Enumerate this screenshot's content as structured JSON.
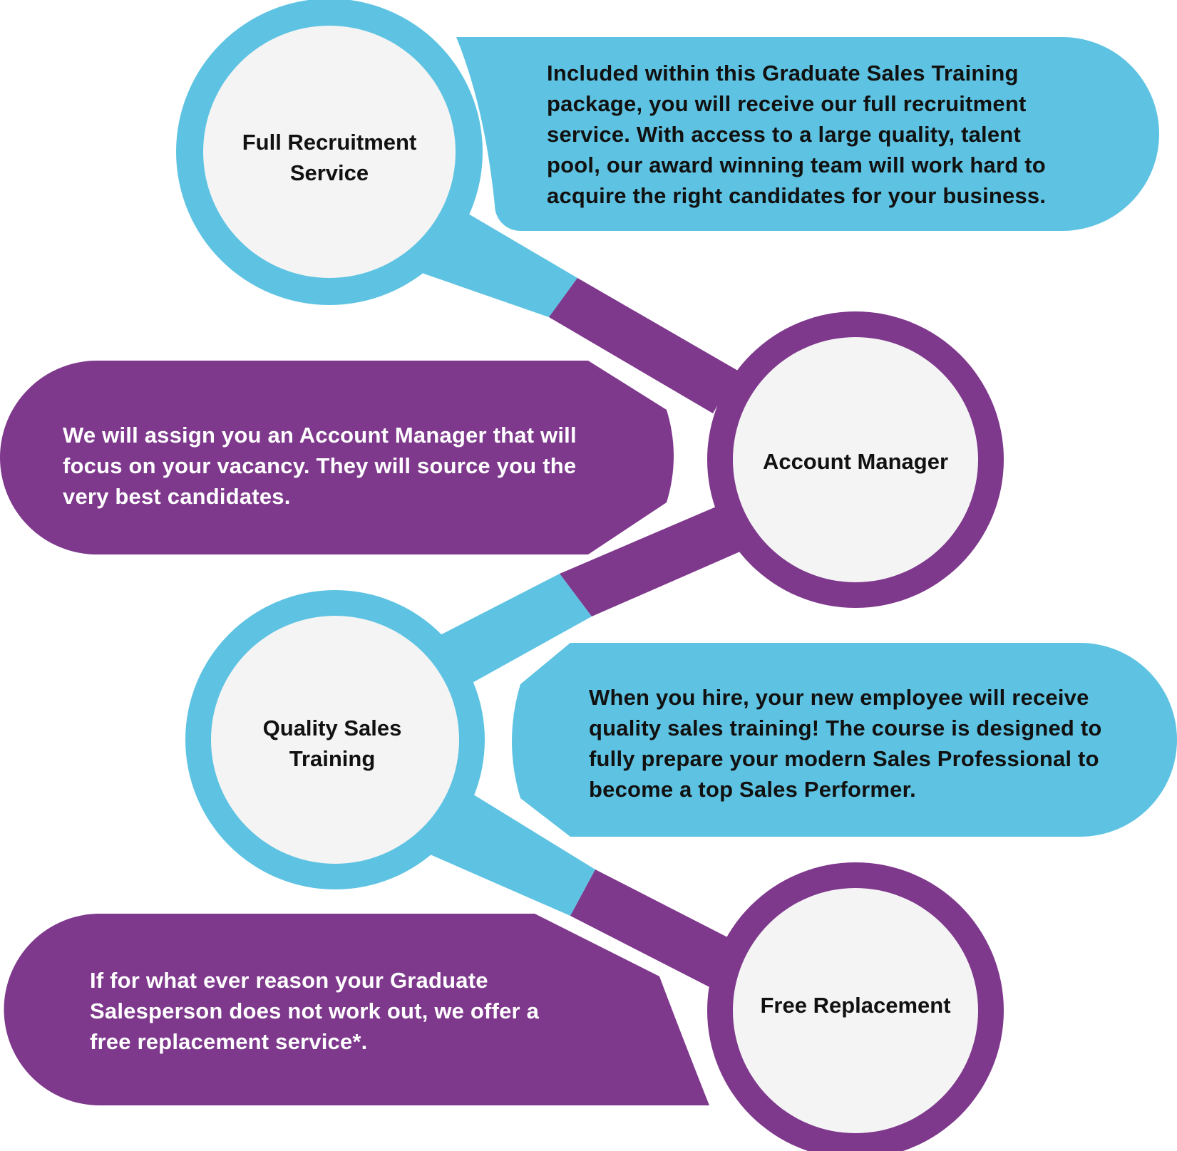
{
  "colors": {
    "blue": "#5ec3e2",
    "purple": "#7e388c",
    "circle_fill": "#f4f4f4",
    "dark_text": "#111111",
    "light_text": "#ffffff"
  },
  "steps": [
    {
      "title_line1": "Full Recruitment",
      "title_line2": "Service",
      "color": "blue",
      "description": [
        "Included within this Graduate Sales Training",
        "package, you will receive our full recruitment",
        "service. With access to a large quality, talent",
        "pool, our award winning team will work hard to",
        "acquire the right candidates for your business."
      ]
    },
    {
      "title_line1": "Account Manager",
      "title_line2": "",
      "color": "purple",
      "description": [
        "We will assign you an Account Manager that will",
        "focus on your vacancy. They will source you the",
        "very best candidates."
      ]
    },
    {
      "title_line1": "Quality Sales",
      "title_line2": "Training",
      "color": "blue",
      "description": [
        "When you hire, your new employee will receive",
        "quality  sales training! The course is designed to",
        "fully prepare your modern Sales Professional to",
        "become a top Sales Performer."
      ]
    },
    {
      "title_line1": "Free Replacement",
      "title_line2": "",
      "color": "purple",
      "description": [
        "If for what ever reason your Graduate",
        "Salesperson does not work out, we offer a",
        "free replacement service*."
      ]
    }
  ]
}
